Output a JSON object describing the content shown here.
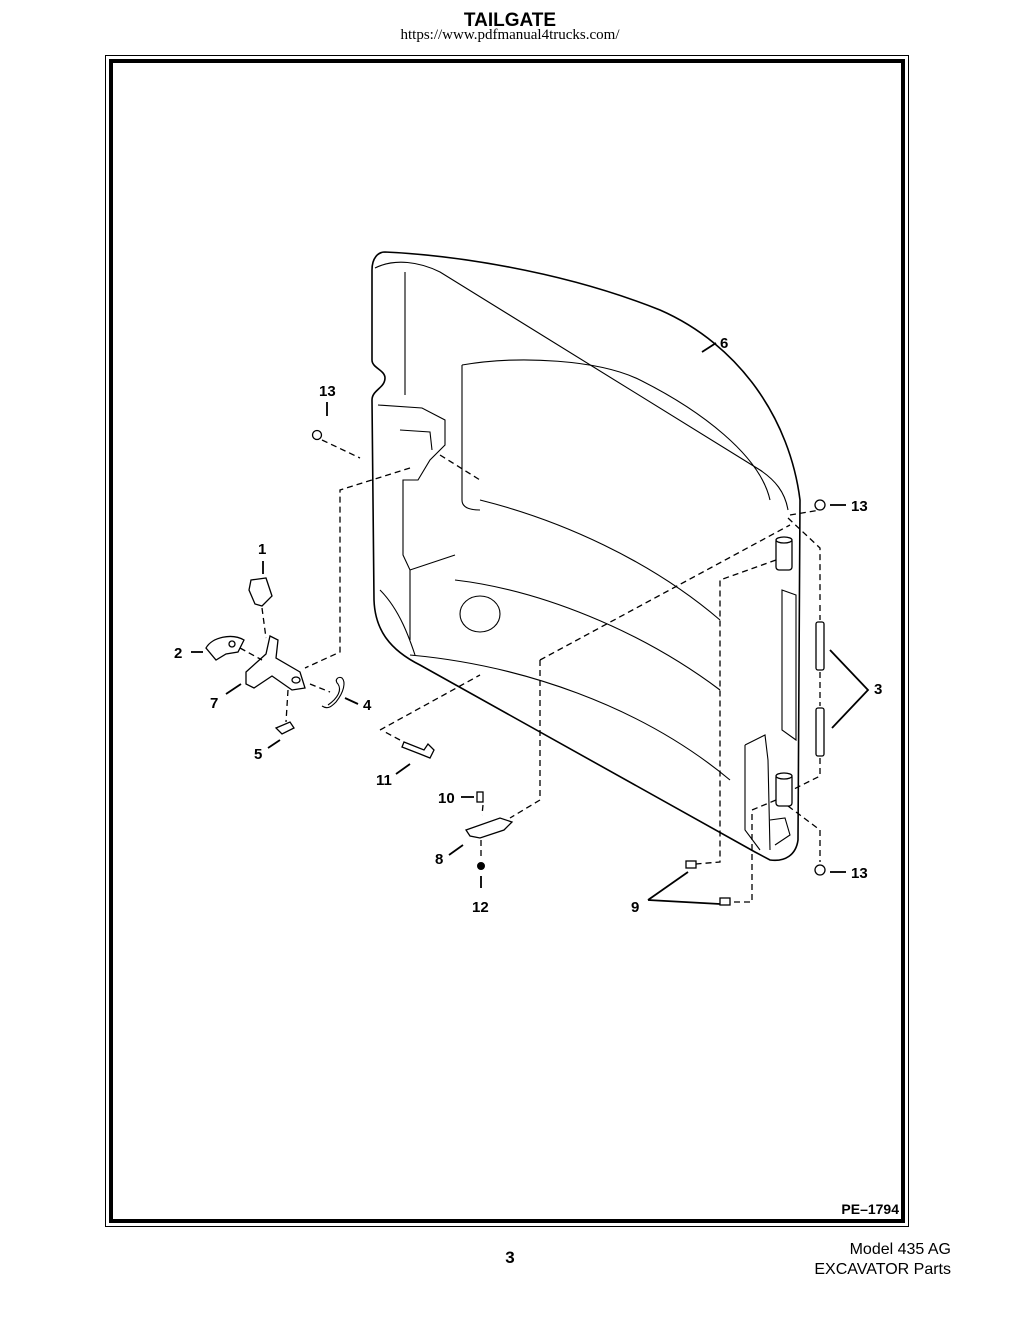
{
  "header": {
    "title": "TAILGATE",
    "url": "https://www.pdfmanual4trucks.com/"
  },
  "diagram": {
    "code": "PE–1794",
    "callouts": [
      "1",
      "2",
      "3",
      "4",
      "5",
      "6",
      "7",
      "8",
      "9",
      "10",
      "11",
      "12",
      "13",
      "13",
      "13"
    ]
  },
  "footer": {
    "page_number": "3",
    "model_line1": "Model 435 AG",
    "model_line2": "EXCAVATOR Parts"
  }
}
